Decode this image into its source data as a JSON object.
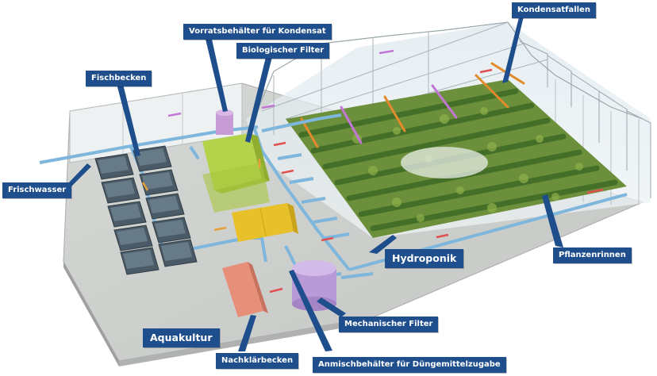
{
  "labels": {
    "kondensatfallen": "Kondensatfallen",
    "vorratsbehaelter": "Vorratsbehälter für Kondensat",
    "biologischer_filter": "Biologischer Filter",
    "fischbecken": "Fischbecken",
    "frischwasser": "Frischwasser",
    "hydroponik": "Hydroponik",
    "pflanzenrinnen": "Pflanzenrinnen",
    "mechanischer_filter": "Mechanischer Filter",
    "aquakultur": "Aquakultur",
    "nachklaerbecken": "Nachklärbecken",
    "anmischbehaelter": "Anmischbehälter für Düngemittelzugabe"
  },
  "colors": {
    "label_bg": "#1f4e8c",
    "pipe": "#7fb6dc",
    "fish_tank": "#4a5a66",
    "bio_filter": "#b5d34a",
    "settling_tank": "#e8c12a",
    "clarifier": "#e88f7a",
    "mech_filter": "#b99ad8",
    "plants": "#4f7f2e"
  }
}
